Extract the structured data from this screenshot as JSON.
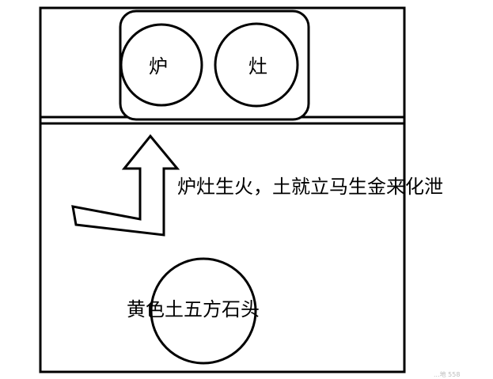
{
  "diagram": {
    "stove": {
      "burner_left_label": "炉",
      "burner_right_label": "灶"
    },
    "caption_fire": "炉灶生火，土就立马生金来化泄",
    "caption_stone": "黄色土五方石头",
    "watermark": "...地 558"
  },
  "colors": {
    "stroke": "#000000",
    "background": "#ffffff",
    "watermark": "#bbbbbb"
  }
}
